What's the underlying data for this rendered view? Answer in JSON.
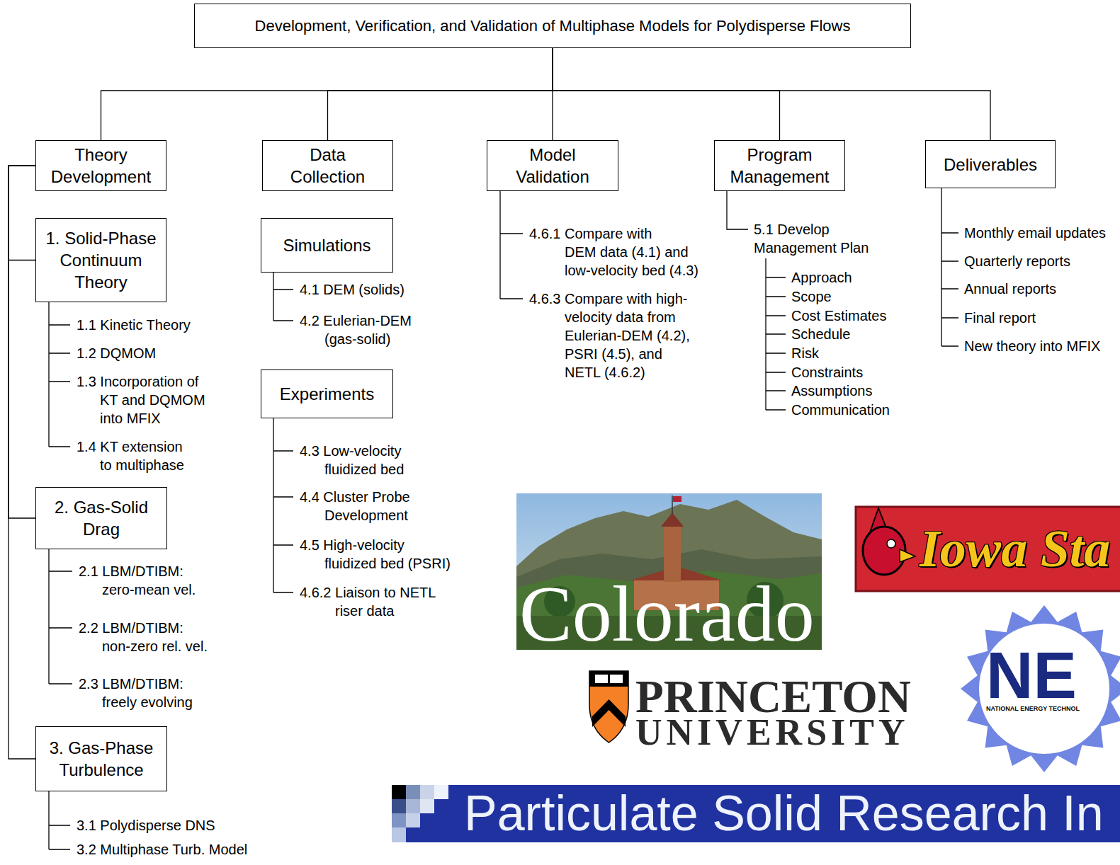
{
  "diagram": {
    "nodes": [
      {
        "text": [
          "Development, Verification, and Validation of Multiphase Models for Polydisperse Flows"
        ]
      },
      {
        "text": [
          "Theory Development"
        ]
      },
      {
        "text": [
          "Data Collection"
        ]
      },
      {
        "text": [
          "Model Validation"
        ]
      },
      {
        "text": [
          "Program Management"
        ]
      },
      {
        "text": [
          "Deliverables"
        ]
      },
      {
        "text": [
          "1. Solid-Phase Continuum Theory"
        ]
      },
      {
        "text": [
          "2. Gas-Solid Drag"
        ]
      },
      {
        "text": [
          "3. Gas-Phase Turbulence"
        ]
      },
      {
        "text": [
          "Simulations"
        ]
      },
      {
        "text": [
          "Experiments"
        ]
      }
    ],
    "edges": [
      {
        "from": 0,
        "to": 1,
        "arrow": "none"
      },
      {
        "from": 0,
        "to": 2,
        "arrow": "none"
      },
      {
        "from": 0,
        "to": 3,
        "arrow": "none"
      },
      {
        "from": 0,
        "to": 4,
        "arrow": "none"
      },
      {
        "from": 0,
        "to": 5,
        "arrow": "none"
      },
      {
        "from": 1,
        "to": 6,
        "arrow": "none"
      },
      {
        "from": 1,
        "to": 7,
        "arrow": "none"
      },
      {
        "from": 1,
        "to": 8,
        "arrow": "none"
      }
    ],
    "labels": [
      "1.1 Kinetic Theory",
      "1.2 DQMOM",
      "1.3 Incorporation of KT and DQMOM into MFIX",
      "1.4 KT extension to multiphase",
      "2.1 LBM/DTIBM: zero-mean vel.",
      "2.2 LBM/DTIBM: non-zero rel. vel.",
      "2.3 LBM/DTIBM: freely evolving",
      "3.1 Polydisperse DNS",
      "3.2 Multiphase Turb. Model",
      "4.1 DEM (solids)",
      "4.2 Eulerian-DEM (gas-solid)",
      "4.3 Low-velocity fluidized bed",
      "4.4 Cluster Probe Development",
      "4.5 High-velocity fluidized bed (PSRI)",
      "4.6.2 Liaison to NETL riser data",
      "4.6.1 Compare with DEM data (4.1) and low-velocity bed (4.3)",
      "4.6.3 Compare with high-velocity data from Eulerian-DEM (4.2), PSRI (4.5), and NETL (4.6.2)",
      "5.1 Develop Management Plan",
      "Approach",
      "Scope",
      "Cost Estimates",
      "Schedule",
      "Risk",
      "Constraints",
      "Assumptions",
      "Communication",
      "Monthly email updates",
      "Quarterly reports",
      "Annual reports",
      "Final report",
      "New theory into MFIX",
      "Colorado",
      "Iowa Sta",
      "PRINCETON",
      "UNIVERSITY",
      "NE",
      "NATIONAL ENERGY TECHNOL",
      "Particulate Solid Research In"
    ]
  }
}
